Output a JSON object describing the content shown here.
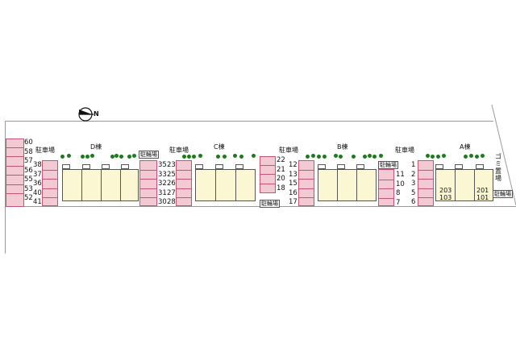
{
  "compass": {
    "letter": "N"
  },
  "buildings": {
    "d": {
      "name": "D棟"
    },
    "c": {
      "name": "C棟"
    },
    "b": {
      "name": "B棟"
    },
    "a": {
      "name": "A棟",
      "units": [
        "203\n103",
        "201\n101"
      ]
    }
  },
  "labels": {
    "parking": "駐車場",
    "bicycle": "駐輪場",
    "garbage": "ゴミ置場"
  },
  "lots": {
    "far_left": [
      "60",
      "58",
      "57",
      "56",
      "55",
      "53",
      "52"
    ],
    "d_left": [
      "38",
      "37",
      "36",
      "40",
      "41"
    ],
    "d_right": [
      "35",
      "33",
      "32",
      "31",
      "30"
    ],
    "c_left": [
      "23",
      "25",
      "26",
      "27",
      "28"
    ],
    "mid": [
      "22",
      "21",
      "20",
      "18"
    ],
    "b_left": [
      "12",
      "13",
      "15",
      "16",
      "17"
    ],
    "b_right": [
      "11",
      "10",
      "8",
      "7"
    ],
    "a_left": [
      "1",
      "2",
      "3",
      "5",
      "6"
    ]
  }
}
